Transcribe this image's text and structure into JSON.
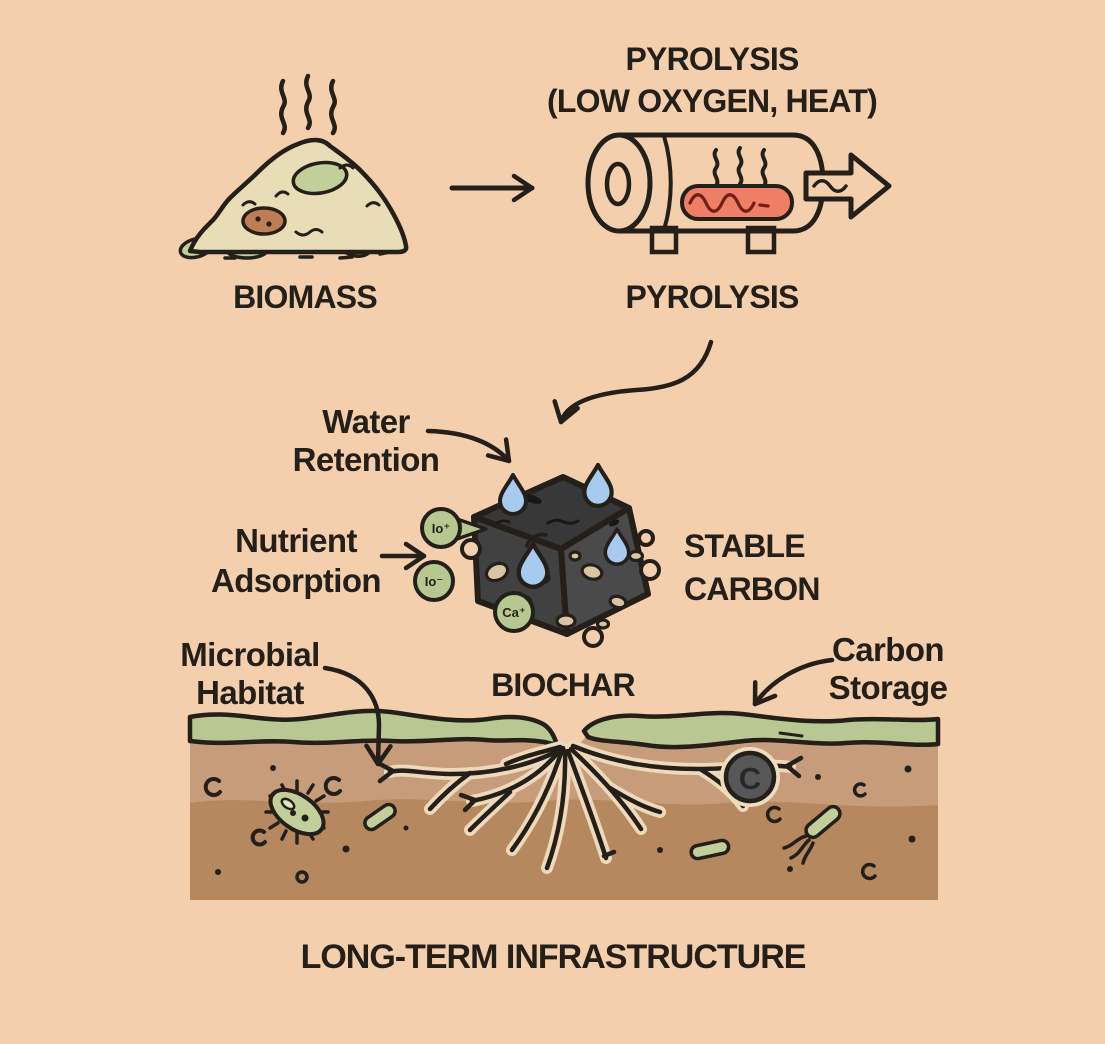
{
  "colors": {
    "background": "#f4cfae",
    "ink": "#241f19",
    "biomass_cream": "#e9ddb8",
    "plant_green": "#c2cf9b",
    "spot_brown": "#bd7e55",
    "heat_red": "#ee7e66",
    "heat_wave_dark": "#6e2014",
    "biochar_top": "#383838",
    "biochar_left": "#414141",
    "biochar_right": "#4a4a4a",
    "pore_tan": "#d9c5a6",
    "water_blue": "#a7cbee",
    "ion_green": "#b6c88f",
    "grass_green": "#b9c793",
    "soil_light": "#c79c7b",
    "soil_dark": "#b5885f",
    "carbon_badge_gray": "#575757",
    "root_halo": "#eed9bb"
  },
  "biomass": {
    "label": "BIOMASS"
  },
  "pyrolysis": {
    "heading_line1": "PYROLYSIS",
    "heading_line2": "(LOW OXYGEN, HEAT)",
    "label": "PYROLYSIS"
  },
  "biochar": {
    "label": "BIOCHAR",
    "stable_line1": "STABLE",
    "stable_line2": "CARBON",
    "ion_badges": [
      "Io⁺",
      "Io⁻",
      "Ca⁺"
    ]
  },
  "annotations": {
    "water_retention": {
      "line1": "Water",
      "line2": "Retention"
    },
    "nutrient_adsorption": {
      "line1": "Nutrient",
      "line2": "Adsorption"
    },
    "microbial_habitat": {
      "line1": "Microbial",
      "line2": "Habitat"
    },
    "carbon_storage": {
      "line1": "Carbon",
      "line2": "Storage"
    }
  },
  "soil": {
    "carbon_badge": "C"
  },
  "footer": {
    "label": "LONG-TERM INFRASTRUCTURE"
  }
}
